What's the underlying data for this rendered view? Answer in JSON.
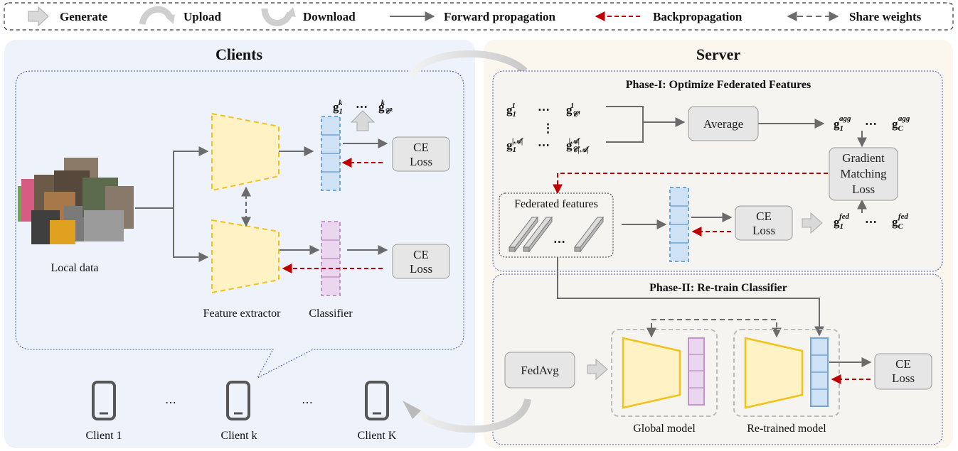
{
  "legend": {
    "generate": "Generate",
    "upload": "Upload",
    "download": "Download",
    "forward": "Forward propagation",
    "backprop": "Backpropagation",
    "share": "Share weights"
  },
  "clients": {
    "title": "Clients",
    "local_data": "Local data",
    "feature_extractor": "Feature extractor",
    "classifier": "Classifier",
    "ce_loss_line1": "CE",
    "ce_loss_line2": "Loss",
    "grad_left": "g",
    "grad_left_sub": "1",
    "grad_left_sup": "k",
    "grad_right_sub": "𝒞ᵏ",
    "grad_right_sup": "k",
    "ellipsis": "⋯",
    "client_1": "Client 1",
    "client_k": "Client k",
    "client_K": "Client K",
    "dots": "⋯"
  },
  "server": {
    "title": "Server",
    "phase1": "Phase-I: Optimize Federated Features",
    "phase2": "Phase-II: Re-train Classifier",
    "average": "Average",
    "gm_line1": "Gradient",
    "gm_line2": "Matching",
    "gm_line3": "Loss",
    "federated_features": "Federated features",
    "ce_line1": "CE",
    "ce_line2": "Loss",
    "fedavg": "FedAvg",
    "global_model": "Global model",
    "retrained_model": "Re-trained model",
    "g_agg": "agg",
    "g_fed": "fed",
    "sub_C": "C",
    "sub_1": "1",
    "sup_1": "1",
    "sup_A": "|𝒜|",
    "sub_C1": "𝒞¹",
    "sub_CA": "𝒞|𝒜|",
    "vdots": "⋮",
    "hdots": "⋯"
  },
  "colors": {
    "clients_bg": "#eef2fb",
    "server_bg": "#fbf6ee",
    "panel_border": "#3b56a8",
    "extractor_fill": "#fff3c6",
    "extractor_stroke": "#f2c21b",
    "classifier_blue": "#cfe2f5",
    "classifier_blue_stroke": "#6fa5d8",
    "classifier_purple": "#ead6ee",
    "classifier_purple_stroke": "#c394cb",
    "arrow_gray": "#6b6b6b",
    "arrow_red": "#c00000",
    "loss_box": "#e6e6e6"
  },
  "icons": [
    "generate-arrow-icon",
    "upload-arc-icon",
    "download-arc-icon",
    "phone-icon"
  ]
}
